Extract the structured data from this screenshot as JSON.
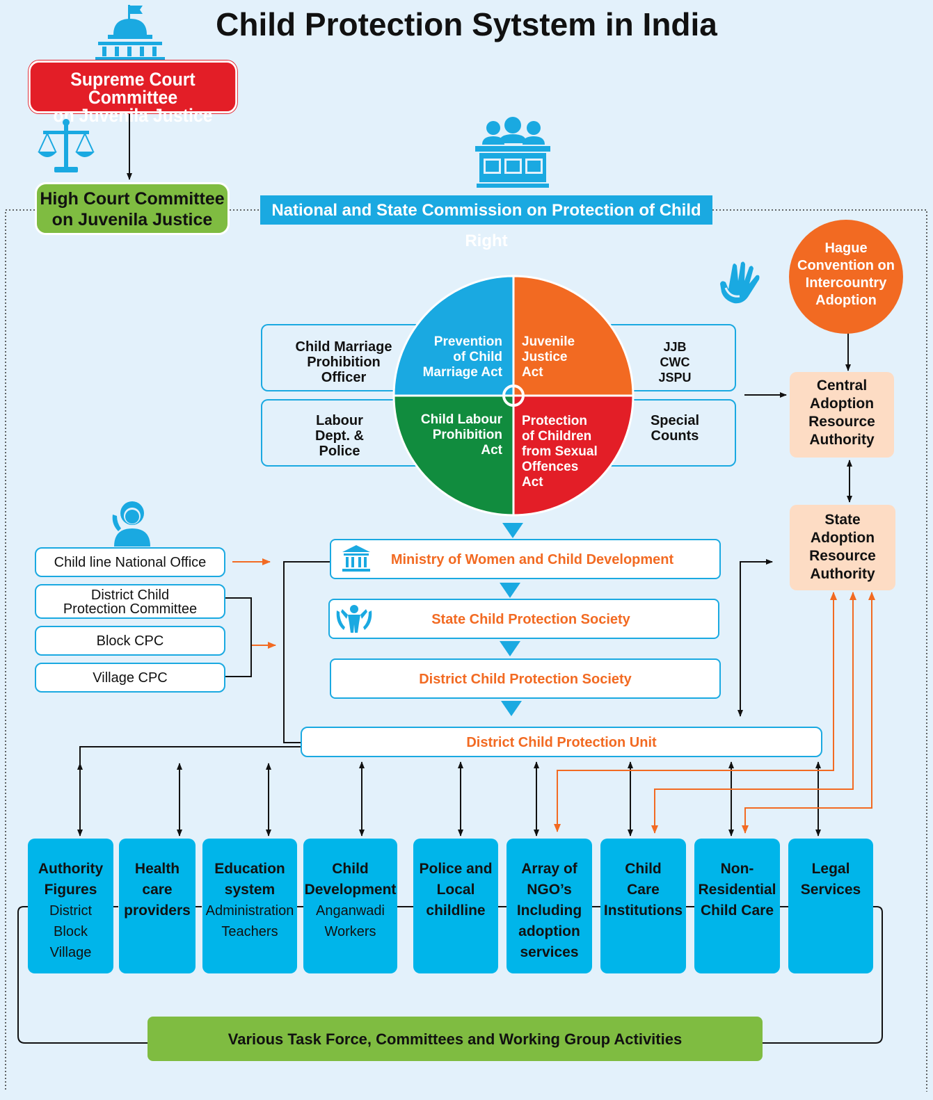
{
  "title": "Child Protection Sytstem in India",
  "supreme_court": {
    "line1": "Supreme Court Committee",
    "line2": "on Juvenila Justice"
  },
  "high_court": {
    "line1": "High Court Committee",
    "line2": "on Juvenila Justice"
  },
  "commission": "National and State Commission on Protection of Child Right",
  "hague": {
    "line1": "Hague",
    "line2": "Convention on",
    "line3": "Intercountry",
    "line4": "Adoption"
  },
  "central_adoption": {
    "line1": "Central",
    "line2": "Adoption",
    "line3": "Resource",
    "line4": "Authority"
  },
  "state_adoption": {
    "line1": "State",
    "line2": "Adoption",
    "line3": "Resource",
    "line4": "Authority"
  },
  "left_panel_top": {
    "line1": "Child Marriage",
    "line2": "Prohibition",
    "line3": "Officer"
  },
  "left_panel_bottom": {
    "line1": "Labour",
    "line2": "Dept. &",
    "line3": "Police"
  },
  "right_panel_top": {
    "line1": "JJB",
    "line2": "CWC",
    "line3": "JSPU"
  },
  "right_panel_bottom": {
    "line1": "Special",
    "line2": "Counts"
  },
  "pie": {
    "q1": {
      "line1": "Prevention",
      "line2": "of Child",
      "line3": "Marriage Act"
    },
    "q2": {
      "line1": "Juvenile",
      "line2": "Justice",
      "line3": "Act"
    },
    "q3": {
      "line1": "Child Labour",
      "line2": "Prohibition",
      "line3": "Act"
    },
    "q4": {
      "line1": "Protection",
      "line2": "of Children",
      "line3": "from Sexual",
      "line4": "Offences",
      "line5": "Act"
    },
    "colors": {
      "blue": "#1aa9e1",
      "orange": "#f26a22",
      "green": "#118c3e",
      "red": "#e31e27"
    }
  },
  "left_list": {
    "childline": "Child line National Office",
    "dcpc_line1": "District Child",
    "dcpc_line2": "Protection Committee",
    "block": "Block CPC",
    "village": "Village CPC"
  },
  "chain": {
    "ministry": "Ministry of Women and Child Development",
    "state_society": "State Child Protection Society",
    "district_society": "District Child Protection Society",
    "unit": "District Child Protection Unit"
  },
  "bottom_boxes": [
    {
      "bold": [
        "Authority",
        "Figures"
      ],
      "normal": [
        "District",
        "Block",
        "Village"
      ]
    },
    {
      "bold": [
        "Health",
        "care",
        "providers"
      ],
      "normal": []
    },
    {
      "bold": [
        "Education",
        "system"
      ],
      "normal": [
        "Administration",
        "Teachers"
      ]
    },
    {
      "bold": [
        "Child",
        "Development"
      ],
      "normal": [
        "Anganwadi",
        "Workers"
      ]
    },
    {
      "bold": [
        "Police and",
        "Local",
        "childline"
      ],
      "normal": []
    },
    {
      "bold": [
        "Array of",
        "NGO’s",
        "Including",
        "adoption",
        "services"
      ],
      "normal": []
    },
    {
      "bold": [
        "Child",
        "Care",
        "Institutions"
      ],
      "normal": []
    },
    {
      "bold": [
        "Non-",
        "Residential",
        "Child Care"
      ],
      "normal": []
    },
    {
      "bold": [
        "Legal",
        "Services"
      ],
      "normal": []
    }
  ],
  "task_force": "Various Task Force, Committees and Working Group Activities",
  "colors": {
    "background": "#e3f1fb",
    "accent_blue": "#1aa9e1",
    "box_blue": "#00b5ea",
    "orange": "#f26a22",
    "green": "#7fbc41",
    "red": "#e31e27",
    "peach": "#fddcc4"
  },
  "icons": [
    "government-building-icon",
    "scales-of-justice-icon",
    "panel-meeting-icon",
    "protecting-hand-icon",
    "call-center-person-icon",
    "ministry-building-icon",
    "child-protection-icon"
  ]
}
